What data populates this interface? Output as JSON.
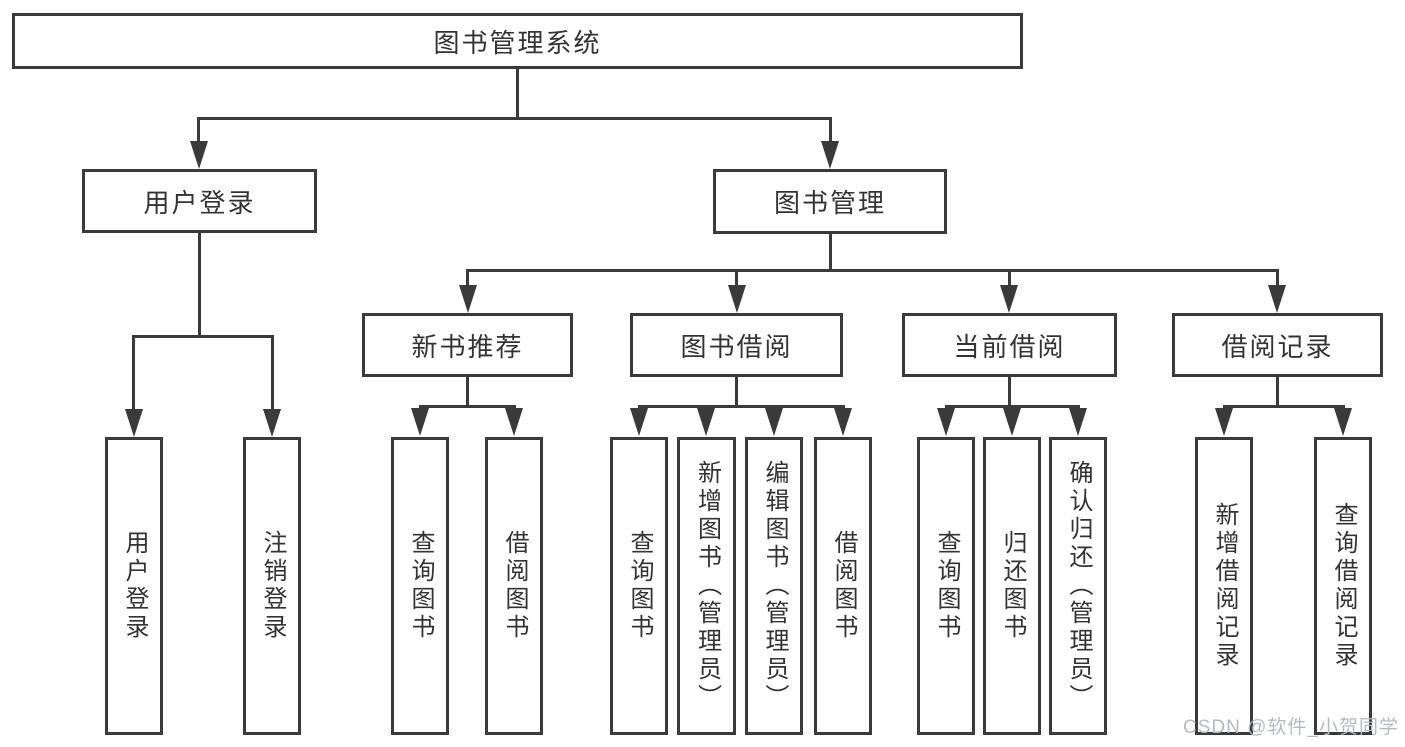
{
  "tree": {
    "root": {
      "label": "图书管理系统"
    },
    "branches": [
      {
        "label": "用户登录",
        "children": [
          {
            "label": "用户登录"
          },
          {
            "label": "注销登录"
          }
        ]
      },
      {
        "label": "图书管理",
        "children": [
          {
            "label": "新书推荐",
            "children": [
              {
                "label": "查询图书"
              },
              {
                "label": "借阅图书"
              }
            ]
          },
          {
            "label": "图书借阅",
            "children": [
              {
                "label": "查询图书"
              },
              {
                "label": "新增图书（管理员）"
              },
              {
                "label": "编辑图书（管理员）"
              },
              {
                "label": "借阅图书"
              }
            ]
          },
          {
            "label": "当前借阅",
            "children": [
              {
                "label": "查询图书"
              },
              {
                "label": "归还图书"
              },
              {
                "label": "确认归还（管理员）"
              }
            ]
          },
          {
            "label": "借阅记录",
            "children": [
              {
                "label": "新增借阅记录"
              },
              {
                "label": "查询借阅记录"
              }
            ]
          }
        ]
      }
    ]
  },
  "watermark": "CSDN @软件_小贺同学",
  "colors": {
    "line": "#3a3a3a",
    "text": "#333333",
    "background": "#ffffff",
    "watermark": "#b6bac0"
  }
}
